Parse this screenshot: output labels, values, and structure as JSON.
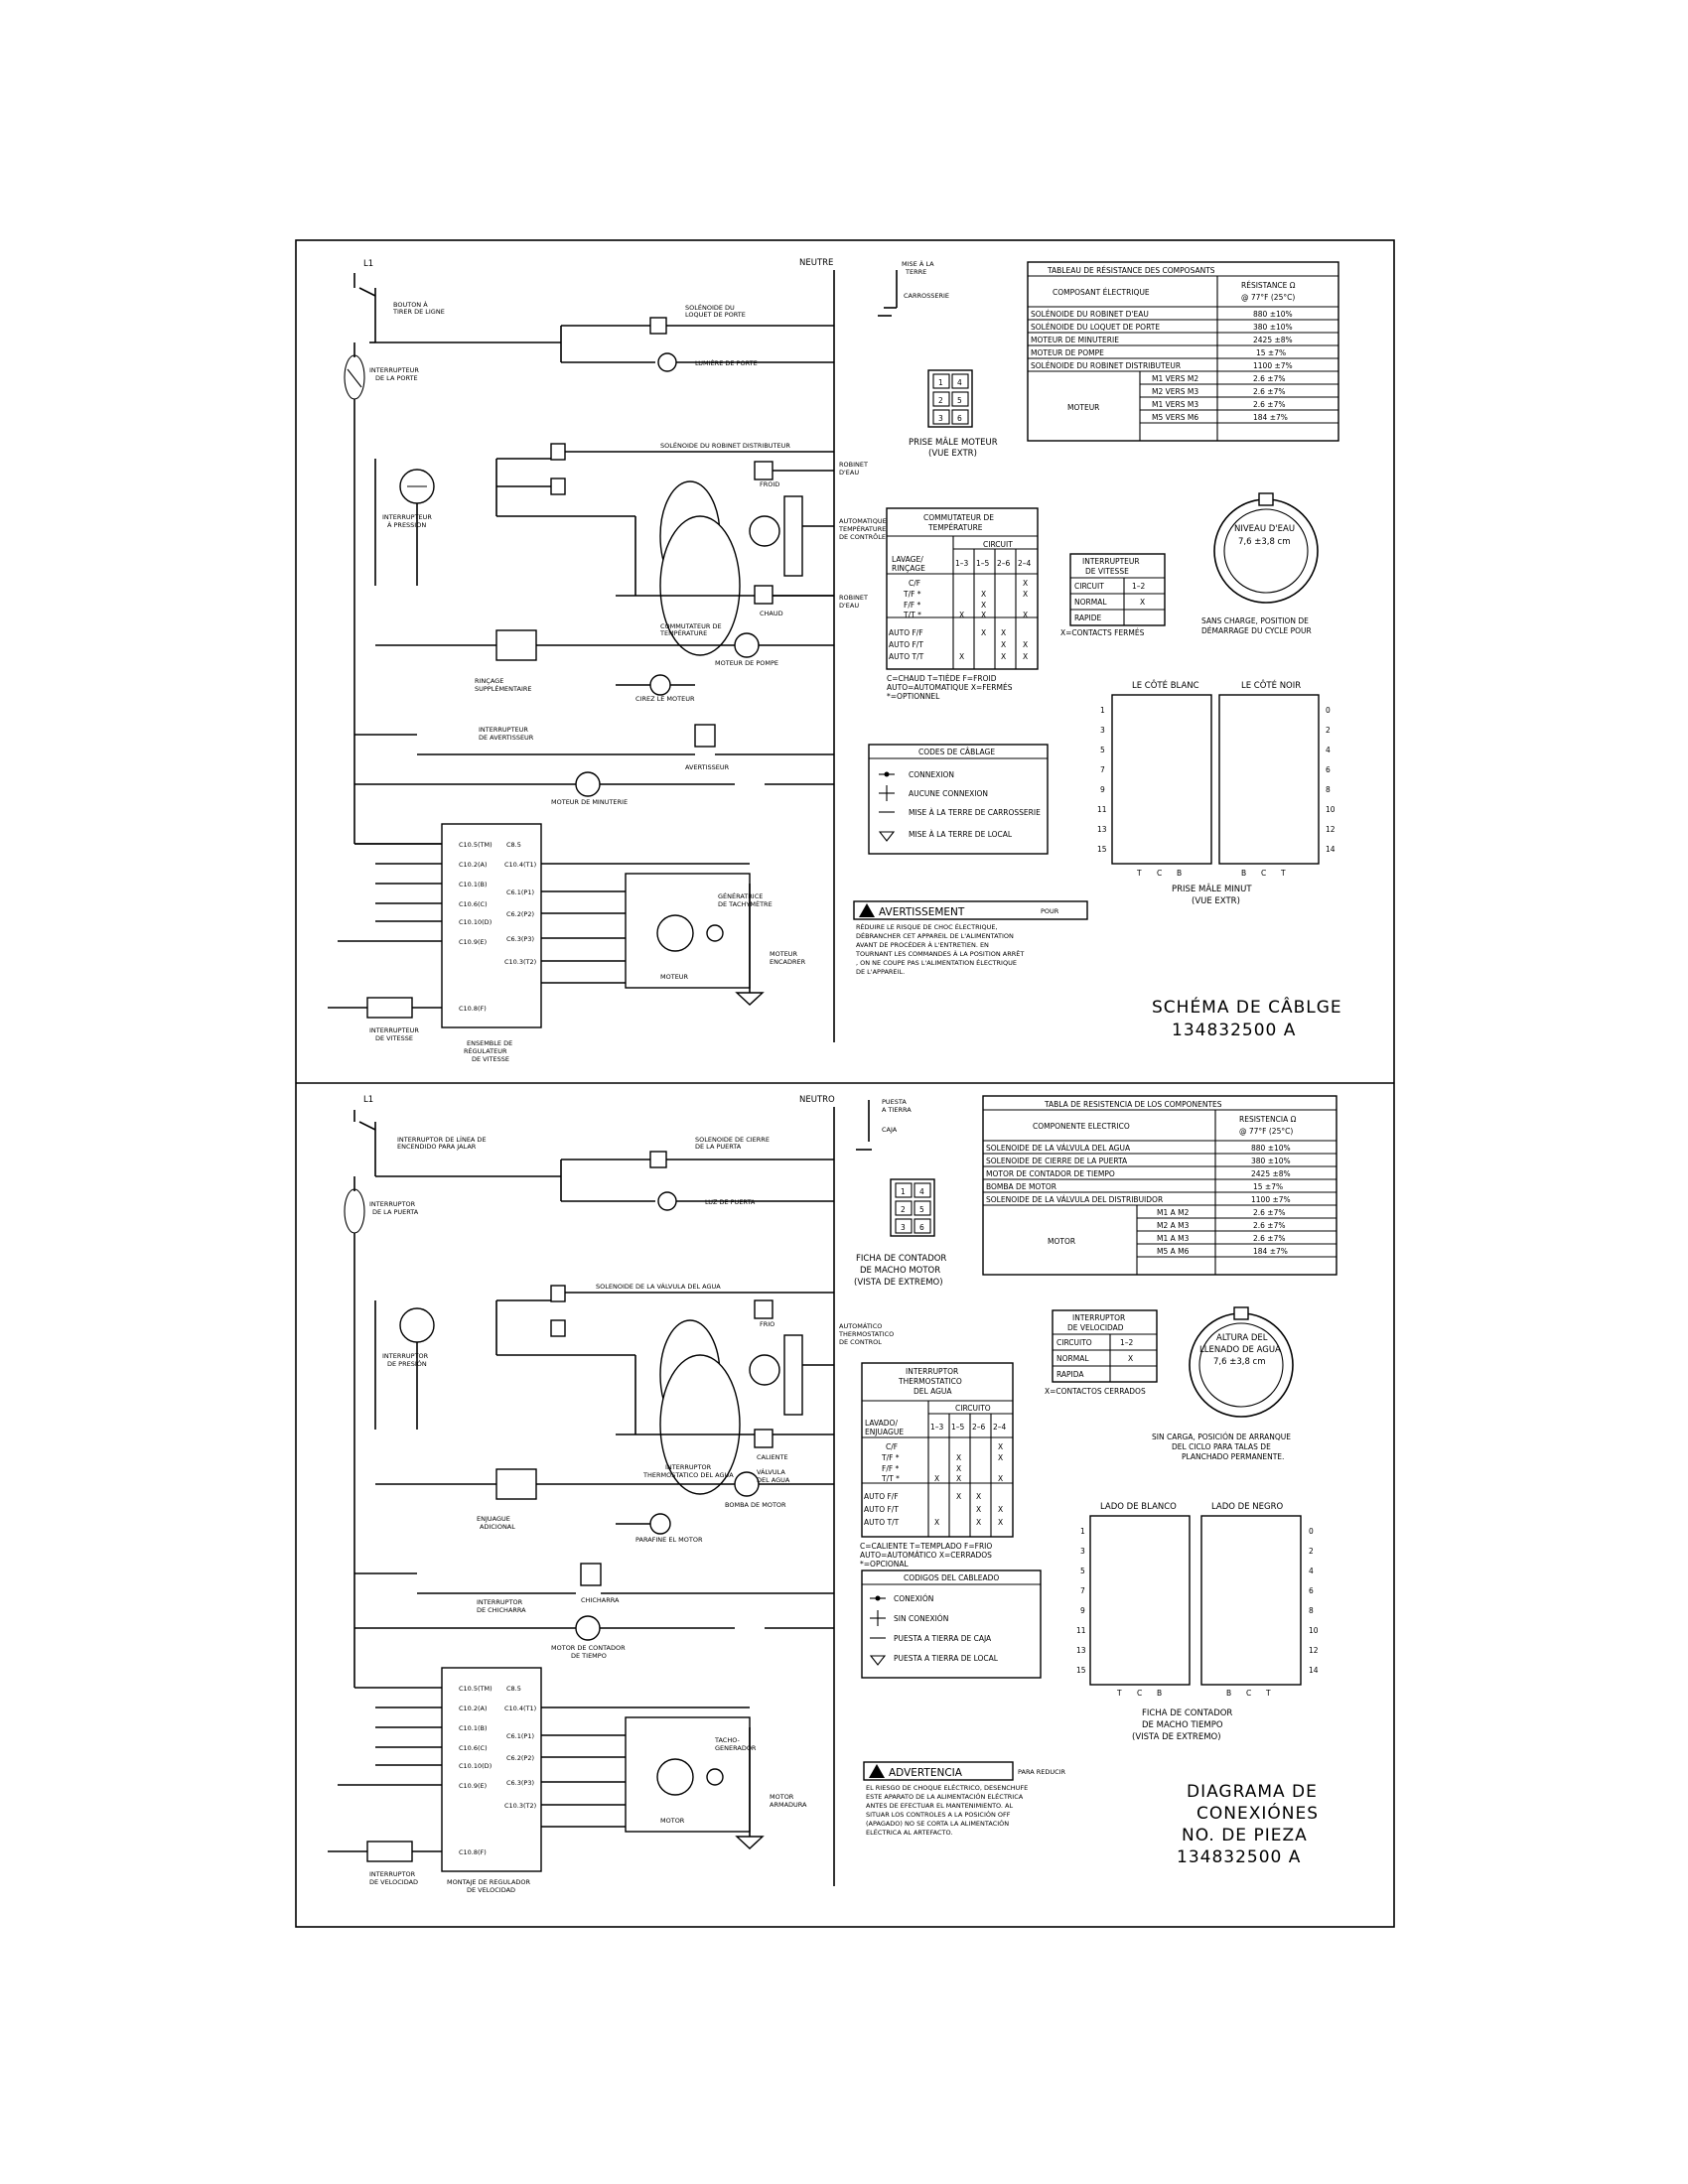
{
  "upper": {
    "title_lines": [
      "SCHÉMA DE CÂBLGE",
      "134832500  A"
    ],
    "l1": "L1",
    "neutral": "NEUTRE",
    "ground_labels": [
      "MISE À LA",
      "TERRE",
      "CARROSSERIE"
    ],
    "resistance_table": {
      "title": "TABLEAU DE RÉSISTANCE DES COMPOSANTS",
      "col_component": "COMPOSANT ÉLECTRIQUE",
      "col_resistance": [
        "RÉSISTANCE Ω",
        "@ 77°F (25°C)"
      ],
      "rows": [
        {
          "component": "SOLÉNOIDE DU ROBINET D'EAU",
          "value": "880 ±10%"
        },
        {
          "component": "SOLÉNOIDE DU LOQUET DE PORTE",
          "value": "380 ±10%"
        },
        {
          "component": "MOTEUR DE MINUTERIE",
          "value": "2425 ±8%"
        },
        {
          "component": "MOTEUR DE POMPE",
          "value": "15 ±7%"
        },
        {
          "component": "SOLÉNOIDE DU ROBINET DISTRIBUTEUR",
          "value": "1100 ±7%"
        }
      ],
      "motor_label": "MOTEUR",
      "motor_rows": [
        {
          "pair": "M1 VERS M2",
          "value": "2.6 ±7%"
        },
        {
          "pair": "M2 VERS M3",
          "value": "2.6 ±7%"
        },
        {
          "pair": "M1 VERS M3",
          "value": "2.6 ±7%"
        },
        {
          "pair": "M5 VERS M6",
          "value": "184 ±7%"
        }
      ]
    },
    "plug_label": [
      "PRISE MÂLE MOTEUR",
      "(VUE EXTR)"
    ],
    "water_level": [
      "NIVEAU D'EAU",
      "7,6 ±3,8 cm"
    ],
    "water_note": [
      "SANS CHARGE, POSITION DE",
      "DÉMARRAGE DU CYCLE POUR"
    ],
    "speed_switch": {
      "title": [
        "INTERRUPTEUR",
        "DE VITESSE"
      ],
      "circuit": "CIRCUIT",
      "pair": "1–2",
      "rows": [
        {
          "label": "NORMAL",
          "mark": "X"
        },
        {
          "label": "RAPIDE",
          "mark": ""
        }
      ],
      "note": "X=CONTACTS FERMÉS"
    },
    "temp_switch": {
      "title": [
        "COMMUTATEUR DE",
        "TEMPÉRATURE"
      ],
      "circuit": "CIRCUIT",
      "row_header": [
        "LAVAGE/",
        "RINÇAGE"
      ],
      "columns": [
        "1–3",
        "1–5",
        "2–6",
        "2–4"
      ],
      "rows": [
        {
          "label": "C/F",
          "marks": [
            "",
            "",
            "",
            "X"
          ]
        },
        {
          "label": "T/F *",
          "marks": [
            "",
            "X",
            "",
            "X"
          ]
        },
        {
          "label": "F/F *",
          "marks": [
            "",
            "X",
            "",
            ""
          ]
        },
        {
          "label": "T/T *",
          "marks": [
            "X",
            "X",
            "",
            "X"
          ]
        },
        {
          "label": "AUTO F/F",
          "marks": [
            "",
            "X",
            "X",
            ""
          ]
        },
        {
          "label": "AUTO F/T",
          "marks": [
            "",
            "",
            "X",
            "X"
          ]
        },
        {
          "label": "AUTO T/T",
          "marks": [
            "X",
            "",
            "X",
            "X"
          ]
        }
      ],
      "legend": [
        "C=CHAUD   T=TIÈDE   F=FROID",
        "AUTO=AUTOMATIQUE  X=FERMÉS",
        "*=OPTIONNEL"
      ]
    },
    "wiring_codes": {
      "title": "CODES DE CÂBLAGE",
      "items": [
        "CONNEXION",
        "AUCUNE CONNEXION",
        "MISE À LA TERRE DE CARROSSERIE",
        "MISE À LA TERRE DE LOCAL"
      ]
    },
    "warning": {
      "badge": "AVERTISSEMENT",
      "lines": [
        "POUR",
        "RÉDUIRE LE RISQUE DE CHOC ÉLECTRIQUE,",
        "DÉBRANCHER CET APPAREIL DE L'ALIMENTATION",
        "AVANT DE PROCÉDER À L'ENTRETIEN. EN",
        "TOURNANT LES COMMANDES À LA POSITION ARRÊT",
        ", ON NE COUPE PAS L'ALIMENTATION ÉLECTRIQUE",
        "DE L'APPAREIL."
      ]
    },
    "timer_plug": {
      "white_side": "LE CÔTÉ BLANC",
      "black_side": "LE CÔTÉ NOIR",
      "label": [
        "PRISE MÂLE MINUT",
        "(VUE EXTR)"
      ]
    },
    "components": [
      "BOUTON À TIRER DE LIGNE",
      "INTERRUPTEUR DE LA PORTE",
      "SOLÉNOIDE DU LOQUET DE PORTE",
      "LUMIÈRE DE PORTE",
      "SOLÉNOIDE DU ROBINET DISTRIBUTEUR",
      "INTERRUPTEUR À PRESSION",
      "ROBINET D'EAU",
      "FROID",
      "AUTOMATIQUE TEMPÉRATURE DE CONTRÔLE",
      "CHAUD",
      "COMMUTATEUR DE TEMPÉRATURE",
      "MOTEUR DE POMPE",
      "RINÇAGE SUPPLÉMENTAIRE",
      "CIREZ LE MOTEUR",
      "INTERRUPTEUR DE AVERTISSEUR",
      "AVERTISSEUR",
      "MOTEUR DE MINUTERIE",
      "GÉNÉRATRICE DE TACHYMÈTRE",
      "MOTEUR",
      "MOTEUR ENCADRER",
      "INTERRUPTEUR DE VITESSE",
      "ENSEMBLE DE RÉGULATEUR DE VITESSE"
    ]
  },
  "lower": {
    "title_lines": [
      "DIAGRAMA  DE",
      "CONEXIÓNES",
      "NO.  DE  PIEZA",
      "134832500  A"
    ],
    "l1": "L1",
    "neutral": "NEUTRO",
    "ground_labels": [
      "PUESTA",
      "A TIERRA",
      "CAJA"
    ],
    "resistance_table": {
      "title": "TABLA DE RESISTENCIA DE LOS COMPONENTES",
      "col_component": "COMPONENTE ELECTRICO",
      "col_resistance": [
        "RESISTENCIA Ω",
        "@ 77°F (25°C)"
      ],
      "rows": [
        {
          "component": "SOLENOIDE DE LA VÁLVULA DEL AGUA",
          "value": "880 ±10%"
        },
        {
          "component": "SOLENOIDE DE CIERRE DE LA PUERTA",
          "value": "380 ±10%"
        },
        {
          "component": "MOTOR DE CONTADOR DE TIEMPO",
          "value": "2425 ±8%"
        },
        {
          "component": "BOMBA DE MOTOR",
          "value": "15 ±7%"
        },
        {
          "component": "SOLENOIDE DE LA VÁLVULA DEL DISTRIBUIDOR",
          "value": "1100 ±7%"
        }
      ],
      "motor_label": "MOTOR",
      "motor_rows": [
        {
          "pair": "M1 A M2",
          "value": "2.6 ±7%"
        },
        {
          "pair": "M2 A M3",
          "value": "2.6 ±7%"
        },
        {
          "pair": "M1 A M3",
          "value": "2.6 ±7%"
        },
        {
          "pair": "M5 A M6",
          "value": "184 ±7%"
        }
      ]
    },
    "plug_label": [
      "FICHA DE CONTADOR",
      "DE MACHO MOTOR",
      "(VISTA DE EXTREMO)"
    ],
    "water_level": [
      "ALTURA DEL",
      "LLENADO DE AGUA",
      "7,6 ±3,8 cm"
    ],
    "water_note": [
      "SIN CARGA, POSICIÓN DE ARRANQUE",
      "DEL CICLO PARA TALAS DE",
      "PLANCHADO PERMANENTE."
    ],
    "speed_switch": {
      "title": [
        "INTERRUPTOR",
        "DE VELOCIDAD"
      ],
      "circuit": "CIRCUITO",
      "pair": "1–2",
      "rows": [
        {
          "label": "NORMAL",
          "mark": "X"
        },
        {
          "label": "RAPIDA",
          "mark": ""
        }
      ],
      "note": "X=CONTACTOS CERRADOS"
    },
    "temp_switch": {
      "title": [
        "INTERRUPTOR",
        "THERMOSTATICO",
        "DEL AGUA"
      ],
      "circuit": "CIRCUITO",
      "row_header": [
        "LAVADO/",
        "ENJUAGUE"
      ],
      "columns": [
        "1–3",
        "1–5",
        "2–6",
        "2–4"
      ],
      "rows": [
        {
          "label": "C/F",
          "marks": [
            "",
            "",
            "",
            "X"
          ]
        },
        {
          "label": "T/F *",
          "marks": [
            "",
            "X",
            "",
            "X"
          ]
        },
        {
          "label": "F/F *",
          "marks": [
            "",
            "X",
            "",
            ""
          ]
        },
        {
          "label": "T/T *",
          "marks": [
            "X",
            "X",
            "",
            "X"
          ]
        },
        {
          "label": "AUTO F/F",
          "marks": [
            "",
            "X",
            "X",
            ""
          ]
        },
        {
          "label": "AUTO F/T",
          "marks": [
            "",
            "",
            "X",
            "X"
          ]
        },
        {
          "label": "AUTO T/T",
          "marks": [
            "X",
            "",
            "X",
            "X"
          ]
        }
      ],
      "legend": [
        "C=CALIENTE  T=TEMPLADO  F=FRIO",
        "AUTO=AUTOMÁTICO  X=CERRADOS",
        "*=OPCIONAL"
      ]
    },
    "wiring_codes": {
      "title": "CODIGOS DEL CABLEADO",
      "items": [
        "CONEXIÓN",
        "SIN CONEXIÓN",
        "PUESTA A TIERRA DE CAJA",
        "PUESTA A TIERRA DE LOCAL"
      ]
    },
    "warning": {
      "badge": "ADVERTENCIA",
      "lines": [
        "PARA REDUCIR",
        "EL RIESGO DE CHOQUE ELÉCTRICO, DESENCHUFE",
        "ESTE APARATO DE LA ALIMENTACIÓN ELÉCTRICA",
        "ANTES DE EFECTUAR EL MANTENIMIENTO. AL",
        "SITUAR LOS CONTROLES A LA POSICIÓN OFF",
        "(APAGADO) NO SE CORTA LA ALIMENTACIÓN",
        "ELÉCTRICA AL ARTEFACTO."
      ]
    },
    "timer_plug": {
      "white_side": "LADO DE BLANCO",
      "black_side": "LADO DE NEGRO",
      "label": [
        "FICHA DE CONTADOR",
        "DE MACHO TIEMPO",
        "(VISTA DE EXTREMO)"
      ]
    },
    "components": [
      "INTERRUPTOR DE LÍNEA DE ENCENDIDO PARA JALAR",
      "INTERRUPTOR DE LA PUERTA",
      "SOLENOIDE DE CIERRE DE LA PUERTA",
      "LUZ DE PUERTA",
      "SOLENOIDE DE LA VÁLVULA DEL AGUA",
      "INTERRUPTOR DE PRESIÓN",
      "FRIO",
      "AUTOMÁTICO THERMOSTATICO DE CONTROL",
      "CALIENTE",
      "VÁLVULA DEL AGUA",
      "INTERRUPTOR THERMOSTATICO DEL AGUA",
      "BOMBA DE MOTOR",
      "ENJUAGUE ADICIONAL",
      "PARAFINE EL MOTOR",
      "INTERRUPTOR DE CHICHARRA",
      "CHICHARRA",
      "MOTOR DE CONTADOR DE TIEMPO",
      "TACHO-GENERADOR",
      "MOTOR",
      "MOTOR ARMADURA",
      "INTERRUPTOR DE VELOCIDAD",
      "MONTAJE DE REGULADOR DE VELOCIDAD"
    ]
  },
  "timer_plug_numbers": {
    "left": [
      "1",
      "3",
      "5",
      "7",
      "9",
      "11",
      "13",
      "15"
    ],
    "right": [
      "0",
      "2",
      "4",
      "6",
      "8",
      "10",
      "12",
      "14"
    ],
    "white_bottom": [
      "T",
      "C",
      "B"
    ],
    "black_bottom": [
      "B",
      "C",
      "T"
    ]
  },
  "plug_pins": [
    "1",
    "4",
    "2",
    "5",
    "3",
    "6"
  ],
  "controller_pins": [
    "C10.5(TM)",
    "C10.2(A)",
    "C10.1(B)",
    "C10.6(C)",
    "C10.10(D)",
    "C10.9(E)",
    "C10.8(F)",
    "C8.5",
    "C10.4(T1)",
    "C6.1(P1)",
    "C6.2(P2)",
    "C6.3(P3)",
    "C10.3(T2)"
  ]
}
